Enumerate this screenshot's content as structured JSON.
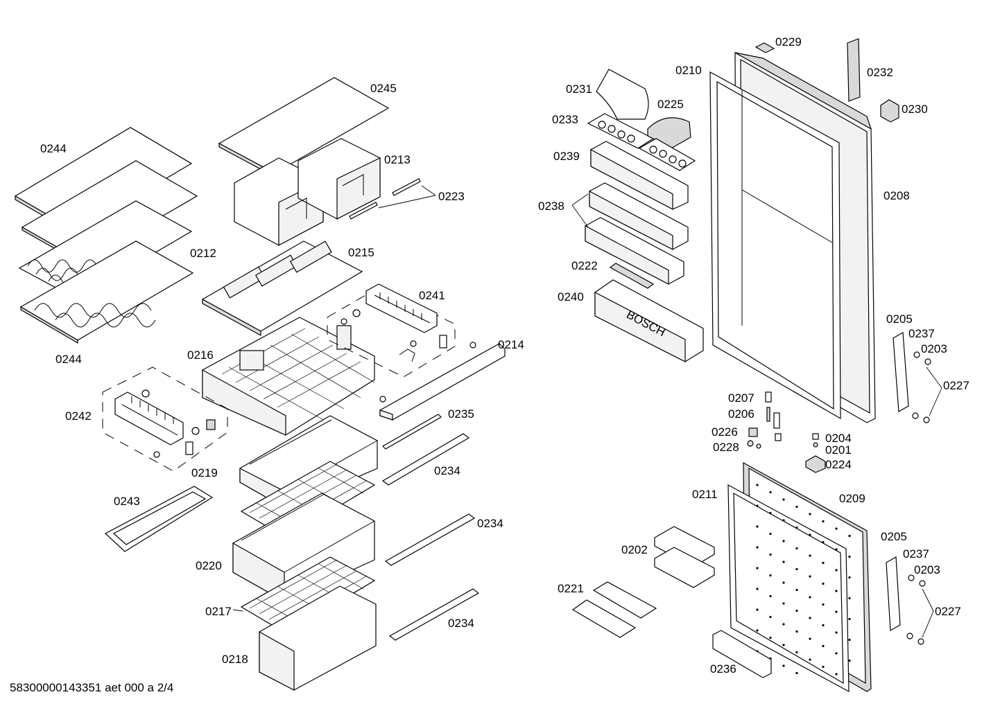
{
  "labels": {
    "l0201": "0201",
    "l0202": "0202",
    "l0203a": "0203",
    "l0203b": "0203",
    "l0204": "0204",
    "l0205a": "0205",
    "l0205b": "0205",
    "l0206": "0206",
    "l0207": "0207",
    "l0208": "0208",
    "l0209": "0209",
    "l0210": "0210",
    "l0211": "0211",
    "l0212": "0212",
    "l0213": "0213",
    "l0214": "0214",
    "l0215": "0215",
    "l0216": "0216",
    "l0217": "0217",
    "l0218": "0218",
    "l0219": "0219",
    "l0220": "0220",
    "l0221": "0221",
    "l0222": "0222",
    "l0223": "0223",
    "l0224": "0224",
    "l0225": "0225",
    "l0226": "0226",
    "l0227a": "0227",
    "l0227b": "0227",
    "l0228": "0228",
    "l0229": "0229",
    "l0230": "0230",
    "l0231": "0231",
    "l0232": "0232",
    "l0233": "0233",
    "l0234a": "0234",
    "l0234b": "0234",
    "l0234c": "0234",
    "l0235": "0235",
    "l0236": "0236",
    "l0237a": "0237",
    "l0237b": "0237",
    "l0238": "0238",
    "l0239": "0239",
    "l0240": "0240",
    "l0241": "0241",
    "l0242": "0242",
    "l0243": "0243",
    "l0244a": "0244",
    "l0244b": "0244",
    "l0245": "0245"
  },
  "brand_mark": "BOSCH",
  "footer": "58300000143351 aet 000 a 2/4"
}
